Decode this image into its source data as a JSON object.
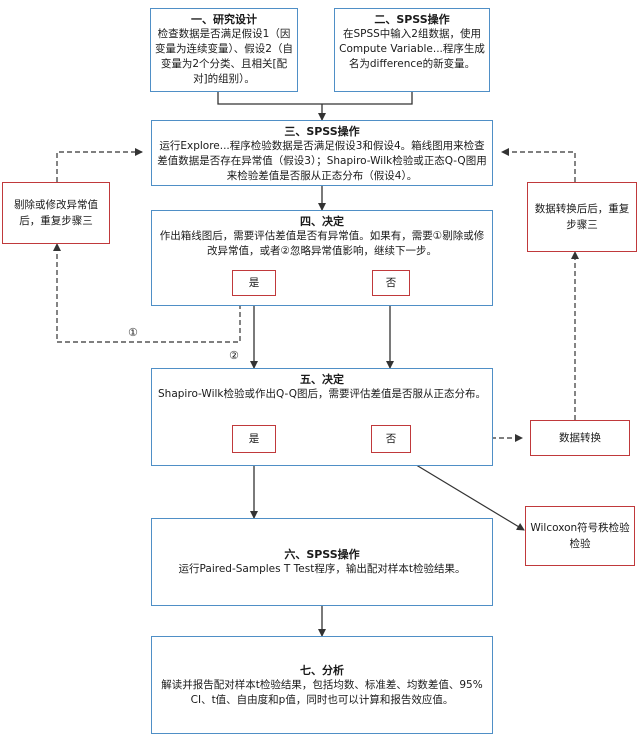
{
  "step1": {
    "title": "一、研究设计",
    "body": "检查数据是否满足假设1（因变量为连续变量）、假设2（自变量为2个分类、且相关[配对]的组别）。"
  },
  "step2": {
    "title": "二、SPSS操作",
    "body": "在SPSS中输入2组数据，使用Compute Variable...程序生成名为difference的新变量。"
  },
  "step3": {
    "title": "三、SPSS操作",
    "body": "运行Explore...程序检验数据是否满足假设3和假设4。箱线图用来检查差值数据是否存在异常值（假设3）；Shapiro-Wilk检验或正态Q-Q图用来检验差值是否服从正态分布（假设4）。"
  },
  "step4": {
    "title": "四、决定",
    "body": "作出箱线图后，需要评估差值是否有异常值。如果有，需要①剔除或修改异常值，或者②忽略异常值影响，继续下一步。",
    "yes": "是",
    "no": "否"
  },
  "step5": {
    "title": "五、决定",
    "body": "Shapiro-Wilk检验或作出Q-Q图后，需要评估差值是否服从正态分布。",
    "yes": "是",
    "no": "否"
  },
  "step6": {
    "title": "六、SPSS操作",
    "body": "运行Paired-Samples T Test程序，输出配对样本t检验结果。"
  },
  "step7": {
    "title": "七、分析",
    "body": "解读并报告配对样本t检验结果，包括均数、标准差、均数差值、95% CI、t值、自由度和p值，同时也可以计算和报告效应值。"
  },
  "side_left": "剔除或修改异常值后，重复步骤三",
  "side_right": "数据转换后后，重复步骤三",
  "transform": "数据转换",
  "wilcoxon": "Wilcoxon符号秩检验检验",
  "mark1": "①",
  "mark2": "②",
  "colors": {
    "blue_border": "#4f8fc6",
    "red_border": "#c0393b",
    "line": "#333333"
  }
}
